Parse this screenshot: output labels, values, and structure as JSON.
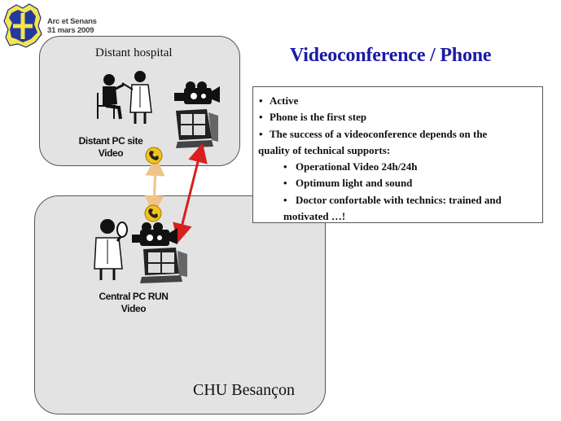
{
  "header": {
    "event_line1": "Arc et Senans",
    "event_line2": "31 mars 2009"
  },
  "slide_title": "Videoconference / Phone",
  "bullets": {
    "b1": "Active",
    "b2": "Phone is the first step",
    "b3_line1": "The success  of a videoconference depends on the",
    "b3_line2": "quality of technical supports:",
    "s1": "Operational Video 24h/24h",
    "s2": "Optimum light and sound",
    "s3_line1": "Doctor confortable with technics: trained and",
    "s3_line2": "motivated …!"
  },
  "diagram": {
    "distant_title": "Distant hospital",
    "distant_site_line1": "Distant PC site",
    "distant_site_line2": "Video",
    "central_line1": "Central PC RUN",
    "central_line2": "Video",
    "chu_title": "CHU Besançon"
  },
  "colors": {
    "title_blue": "#1a1aa6",
    "panel_gray": "#e3e3e3",
    "video_link": "#d81e1e",
    "phone_link": "#efc38a",
    "phone_badge": "#f2c21c"
  }
}
